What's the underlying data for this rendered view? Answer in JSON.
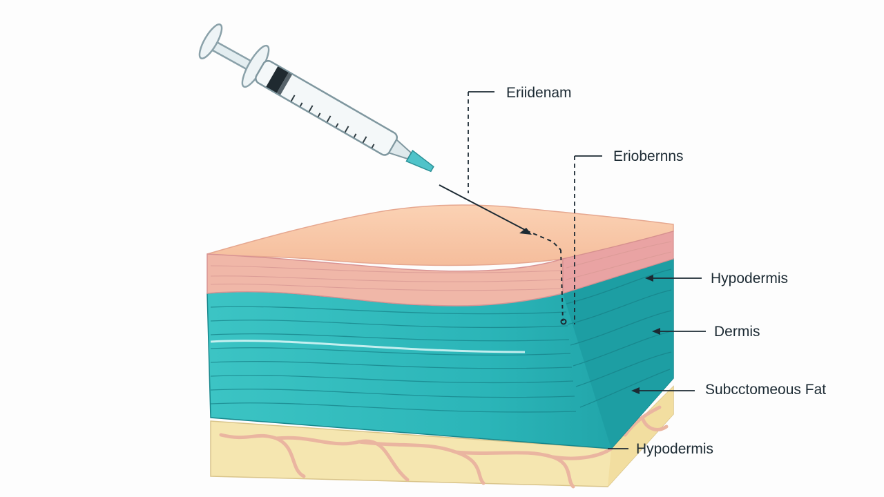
{
  "diagram": {
    "labels": [
      "Eriidenam",
      "Eriobernns",
      "Hypodermis",
      "Dermis",
      "Subcctomeous Fat",
      "Hypodermis"
    ],
    "colors": {
      "epidermis": "#f7c6a6",
      "epidermis_edge": "#e9a3a3",
      "dermis": "#2bb5b8",
      "dermis_dark": "#1a9aa0",
      "fat": "#f5e6b0",
      "fat_septa": "#eab5a0",
      "syringe_needle_hub": "#4fc3c9",
      "outline": "#1c2a33"
    },
    "icons": [
      "syringe-icon",
      "needle-icon"
    ]
  }
}
